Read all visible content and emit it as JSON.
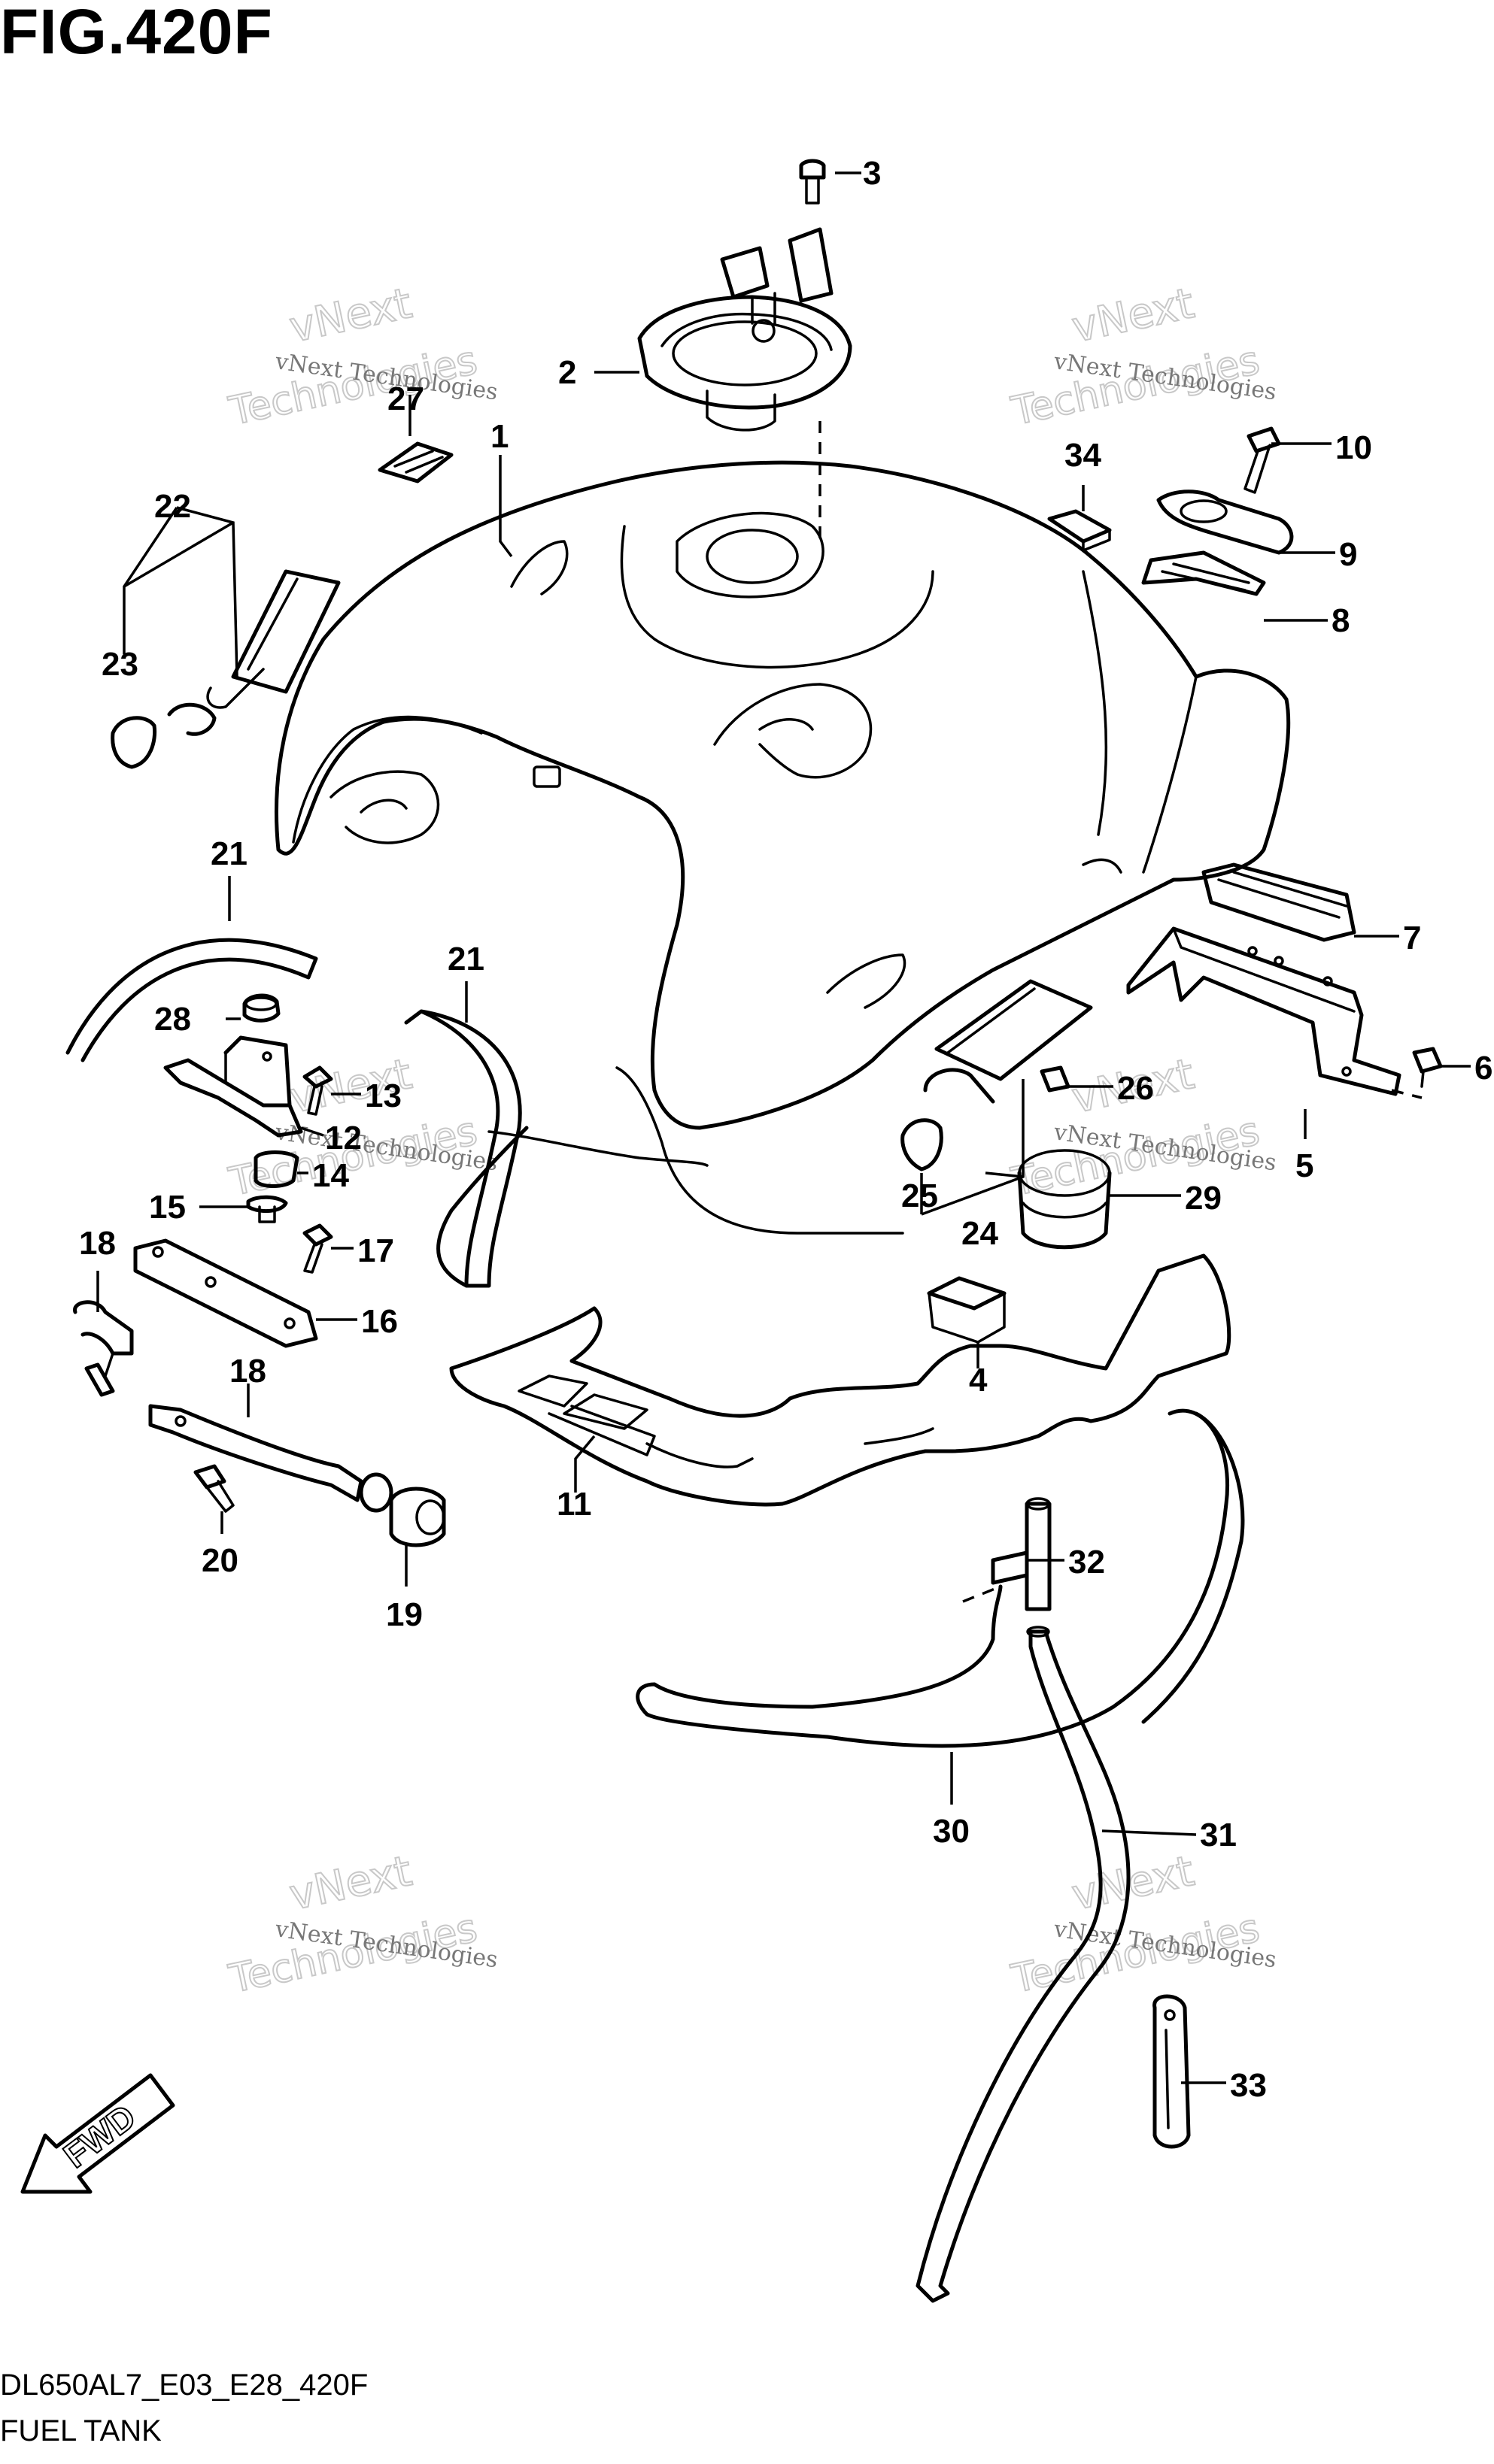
{
  "figure": {
    "title": "FIG.420F",
    "model_code": "DL650AL7_E03_E28_420F",
    "section_name": "FUEL TANK"
  },
  "watermark": {
    "line1": "vNext Technologies",
    "line2": "vNext",
    "line3": "Technologies"
  },
  "direction_label": "FWD",
  "callouts": [
    {
      "id": "c1",
      "label": "1"
    },
    {
      "id": "c2",
      "label": "2"
    },
    {
      "id": "c3",
      "label": "3"
    },
    {
      "id": "c4",
      "label": "4"
    },
    {
      "id": "c5",
      "label": "5"
    },
    {
      "id": "c6",
      "label": "6"
    },
    {
      "id": "c7",
      "label": "7"
    },
    {
      "id": "c8",
      "label": "8"
    },
    {
      "id": "c9",
      "label": "9"
    },
    {
      "id": "c10",
      "label": "10"
    },
    {
      "id": "c11",
      "label": "11"
    },
    {
      "id": "c12",
      "label": "12"
    },
    {
      "id": "c13",
      "label": "13"
    },
    {
      "id": "c14",
      "label": "14"
    },
    {
      "id": "c15",
      "label": "15"
    },
    {
      "id": "c16",
      "label": "16"
    },
    {
      "id": "c17",
      "label": "17"
    },
    {
      "id": "c18a",
      "label": "18"
    },
    {
      "id": "c18b",
      "label": "18"
    },
    {
      "id": "c19",
      "label": "19"
    },
    {
      "id": "c20",
      "label": "20"
    },
    {
      "id": "c21a",
      "label": "21"
    },
    {
      "id": "c21b",
      "label": "21"
    },
    {
      "id": "c22",
      "label": "22"
    },
    {
      "id": "c23",
      "label": "23"
    },
    {
      "id": "c24",
      "label": "24"
    },
    {
      "id": "c25",
      "label": "25"
    },
    {
      "id": "c26",
      "label": "26"
    },
    {
      "id": "c27",
      "label": "27"
    },
    {
      "id": "c28",
      "label": "28"
    },
    {
      "id": "c29",
      "label": "29"
    },
    {
      "id": "c30",
      "label": "30"
    },
    {
      "id": "c31",
      "label": "31"
    },
    {
      "id": "c32",
      "label": "32"
    },
    {
      "id": "c33",
      "label": "33"
    },
    {
      "id": "c34",
      "label": "34"
    }
  ]
}
